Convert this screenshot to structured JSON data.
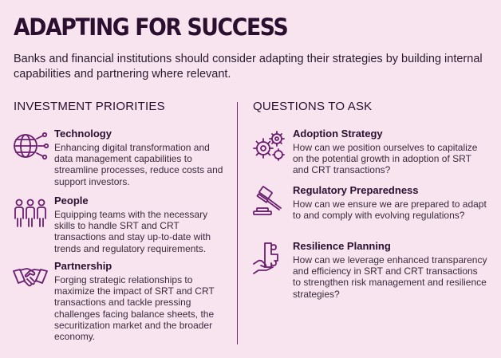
{
  "header": {
    "title": "ADAPTING FOR SUCCESS",
    "subtitle": "Banks and financial institutions should consider adapting their strategies by building internal capabilities and partnering where relevant."
  },
  "left_column": {
    "heading": "INVESTMENT PRIORITIES",
    "items": [
      {
        "icon": "digital-globe-icon",
        "title": "Technology",
        "body": "Enhancing digital transformation and data management capabilities to streamline processes, reduce costs and support investors."
      },
      {
        "icon": "team-people-icon",
        "title": "People",
        "body": "Equipping teams with the necessary skills to handle SRT and CRT transactions and stay up-to-date with trends and regulatory requirements."
      },
      {
        "icon": "handshake-icon",
        "title": "Partnership",
        "body": "Forging strategic relationships to maximize the impact of SRT and CRT transactions and tackle pressing challenges facing balance sheets, the securitization market and the broader economy."
      }
    ]
  },
  "right_column": {
    "heading": "QUESTIONS TO ASK",
    "items": [
      {
        "icon": "gears-icon",
        "title": "Adoption Strategy",
        "body": "How can we position ourselves to capitalize on the potential growth in adoption of SRT and CRT transactions?"
      },
      {
        "icon": "gavel-icon",
        "title": "Regulatory Preparedness",
        "body": "How can we ensure we are prepared to adapt to and comply with evolving regulations?"
      },
      {
        "icon": "puzzle-hand-icon",
        "title": "Resilience Planning",
        "body": "How can we leverage enhanced transparency and efficiency in SRT and CRT transactions to strengthen risk management and resilience strategies?"
      }
    ]
  },
  "colors": {
    "background": "#f7e4ef",
    "text": "#2a0f2f",
    "icon": "#6b1f6e"
  }
}
